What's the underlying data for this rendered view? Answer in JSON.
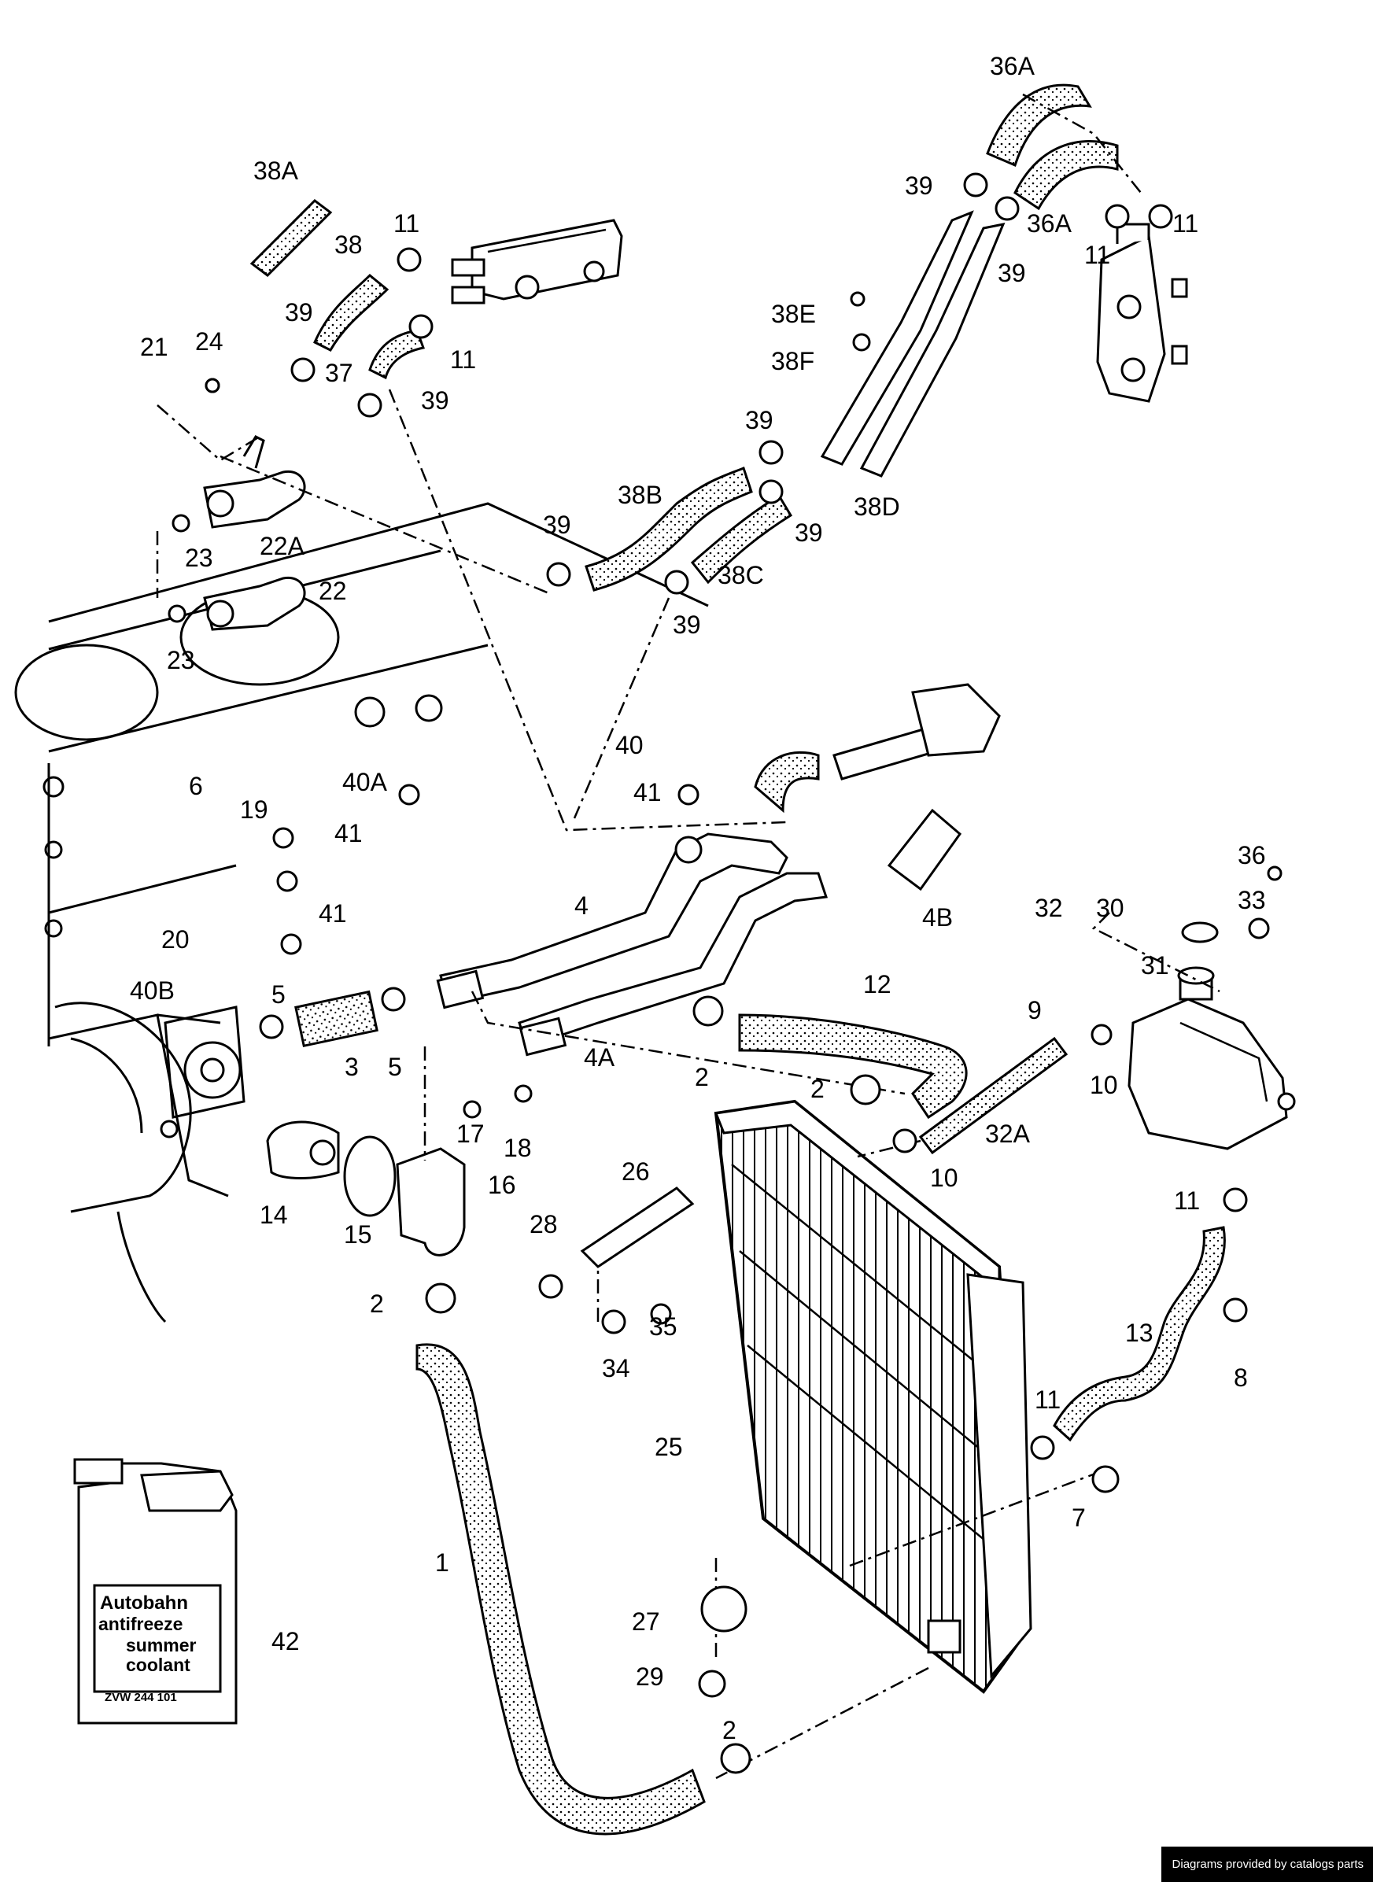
{
  "jug": {
    "line1": "Autobahn",
    "line2": "antifreeze",
    "line3": "summer",
    "line4": "coolant",
    "partno": "ZVW 244 101"
  },
  "credit": "Diagrams provided by catalogs parts",
  "labels": [
    {
      "name": "label-36a-top",
      "text": "36A"
    },
    {
      "name": "label-39-a",
      "text": "39"
    },
    {
      "name": "label-36a-mid",
      "text": "36A"
    },
    {
      "name": "label-11-a",
      "text": "11"
    },
    {
      "name": "label-11-b",
      "text": "11"
    },
    {
      "name": "label-39-b",
      "text": "39"
    },
    {
      "name": "label-38a",
      "text": "38A"
    },
    {
      "name": "label-38",
      "text": "38"
    },
    {
      "name": "label-11-c",
      "text": "11"
    },
    {
      "name": "label-39-c",
      "text": "39"
    },
    {
      "name": "label-37",
      "text": "37"
    },
    {
      "name": "label-11-d",
      "text": "11"
    },
    {
      "name": "label-39-d",
      "text": "39"
    },
    {
      "name": "label-21",
      "text": "21"
    },
    {
      "name": "label-24",
      "text": "24"
    },
    {
      "name": "label-38e",
      "text": "38E"
    },
    {
      "name": "label-38f",
      "text": "38F"
    },
    {
      "name": "label-39-e",
      "text": "39"
    },
    {
      "name": "label-38b",
      "text": "38B"
    },
    {
      "name": "label-39-f",
      "text": "39"
    },
    {
      "name": "label-38d",
      "text": "38D"
    },
    {
      "name": "label-23-a",
      "text": "23"
    },
    {
      "name": "label-22a",
      "text": "22A"
    },
    {
      "name": "label-39-g",
      "text": "39"
    },
    {
      "name": "label-38c",
      "text": "38C"
    },
    {
      "name": "label-22",
      "text": "22"
    },
    {
      "name": "label-23-b",
      "text": "23"
    },
    {
      "name": "label-39-h",
      "text": "39"
    },
    {
      "name": "label-40",
      "text": "40"
    },
    {
      "name": "label-40a",
      "text": "40A"
    },
    {
      "name": "label-6",
      "text": "6"
    },
    {
      "name": "label-41-a",
      "text": "41"
    },
    {
      "name": "label-19",
      "text": "19"
    },
    {
      "name": "label-41-b",
      "text": "41"
    },
    {
      "name": "label-36",
      "text": "36"
    },
    {
      "name": "label-4b",
      "text": "4B"
    },
    {
      "name": "label-33",
      "text": "33"
    },
    {
      "name": "label-4",
      "text": "4"
    },
    {
      "name": "label-32",
      "text": "32"
    },
    {
      "name": "label-30",
      "text": "30"
    },
    {
      "name": "label-20",
      "text": "20"
    },
    {
      "name": "label-41-c",
      "text": "41"
    },
    {
      "name": "label-31",
      "text": "31"
    },
    {
      "name": "label-40b",
      "text": "40B"
    },
    {
      "name": "label-5-a",
      "text": "5"
    },
    {
      "name": "label-12",
      "text": "12"
    },
    {
      "name": "label-9",
      "text": "9"
    },
    {
      "name": "label-3",
      "text": "3"
    },
    {
      "name": "label-5-b",
      "text": "5"
    },
    {
      "name": "label-4a",
      "text": "4A"
    },
    {
      "name": "label-2-a",
      "text": "2"
    },
    {
      "name": "label-10-a",
      "text": "10"
    },
    {
      "name": "label-2-b",
      "text": "2"
    },
    {
      "name": "label-32a",
      "text": "32A"
    },
    {
      "name": "label-17",
      "text": "17"
    },
    {
      "name": "label-18",
      "text": "18"
    },
    {
      "name": "label-10-b",
      "text": "10"
    },
    {
      "name": "label-16",
      "text": "16"
    },
    {
      "name": "label-26",
      "text": "26"
    },
    {
      "name": "label-11-e",
      "text": "11"
    },
    {
      "name": "label-14",
      "text": "14"
    },
    {
      "name": "label-15",
      "text": "15"
    },
    {
      "name": "label-28",
      "text": "28"
    },
    {
      "name": "label-2-c",
      "text": "2"
    },
    {
      "name": "label-35",
      "text": "35"
    },
    {
      "name": "label-34",
      "text": "34"
    },
    {
      "name": "label-13",
      "text": "13"
    },
    {
      "name": "label-8",
      "text": "8"
    },
    {
      "name": "label-11-f",
      "text": "11"
    },
    {
      "name": "label-25",
      "text": "25"
    },
    {
      "name": "label-7",
      "text": "7"
    },
    {
      "name": "label-1",
      "text": "1"
    },
    {
      "name": "label-27",
      "text": "27"
    },
    {
      "name": "label-42",
      "text": "42"
    },
    {
      "name": "label-29",
      "text": "29"
    },
    {
      "name": "label-2-d",
      "text": "2"
    }
  ]
}
